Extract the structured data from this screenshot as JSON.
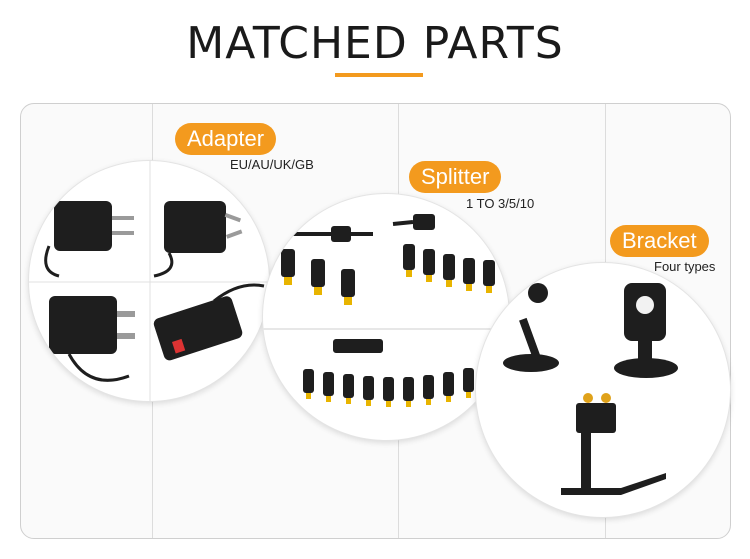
{
  "header": {
    "title": "MATCHED PARTS"
  },
  "sections": {
    "adapter": {
      "label": "Adapter",
      "caption": "EU/AU/UK/GB"
    },
    "splitter": {
      "label": "Splitter",
      "caption": "1 TO 3/5/10"
    },
    "bracket": {
      "label": "Bracket",
      "caption": "Four types"
    }
  },
  "colors": {
    "accent": "#f39a1e",
    "title": "#1a1a1a",
    "product": "#1e1e1e",
    "connector_tip": "#e8b400"
  }
}
